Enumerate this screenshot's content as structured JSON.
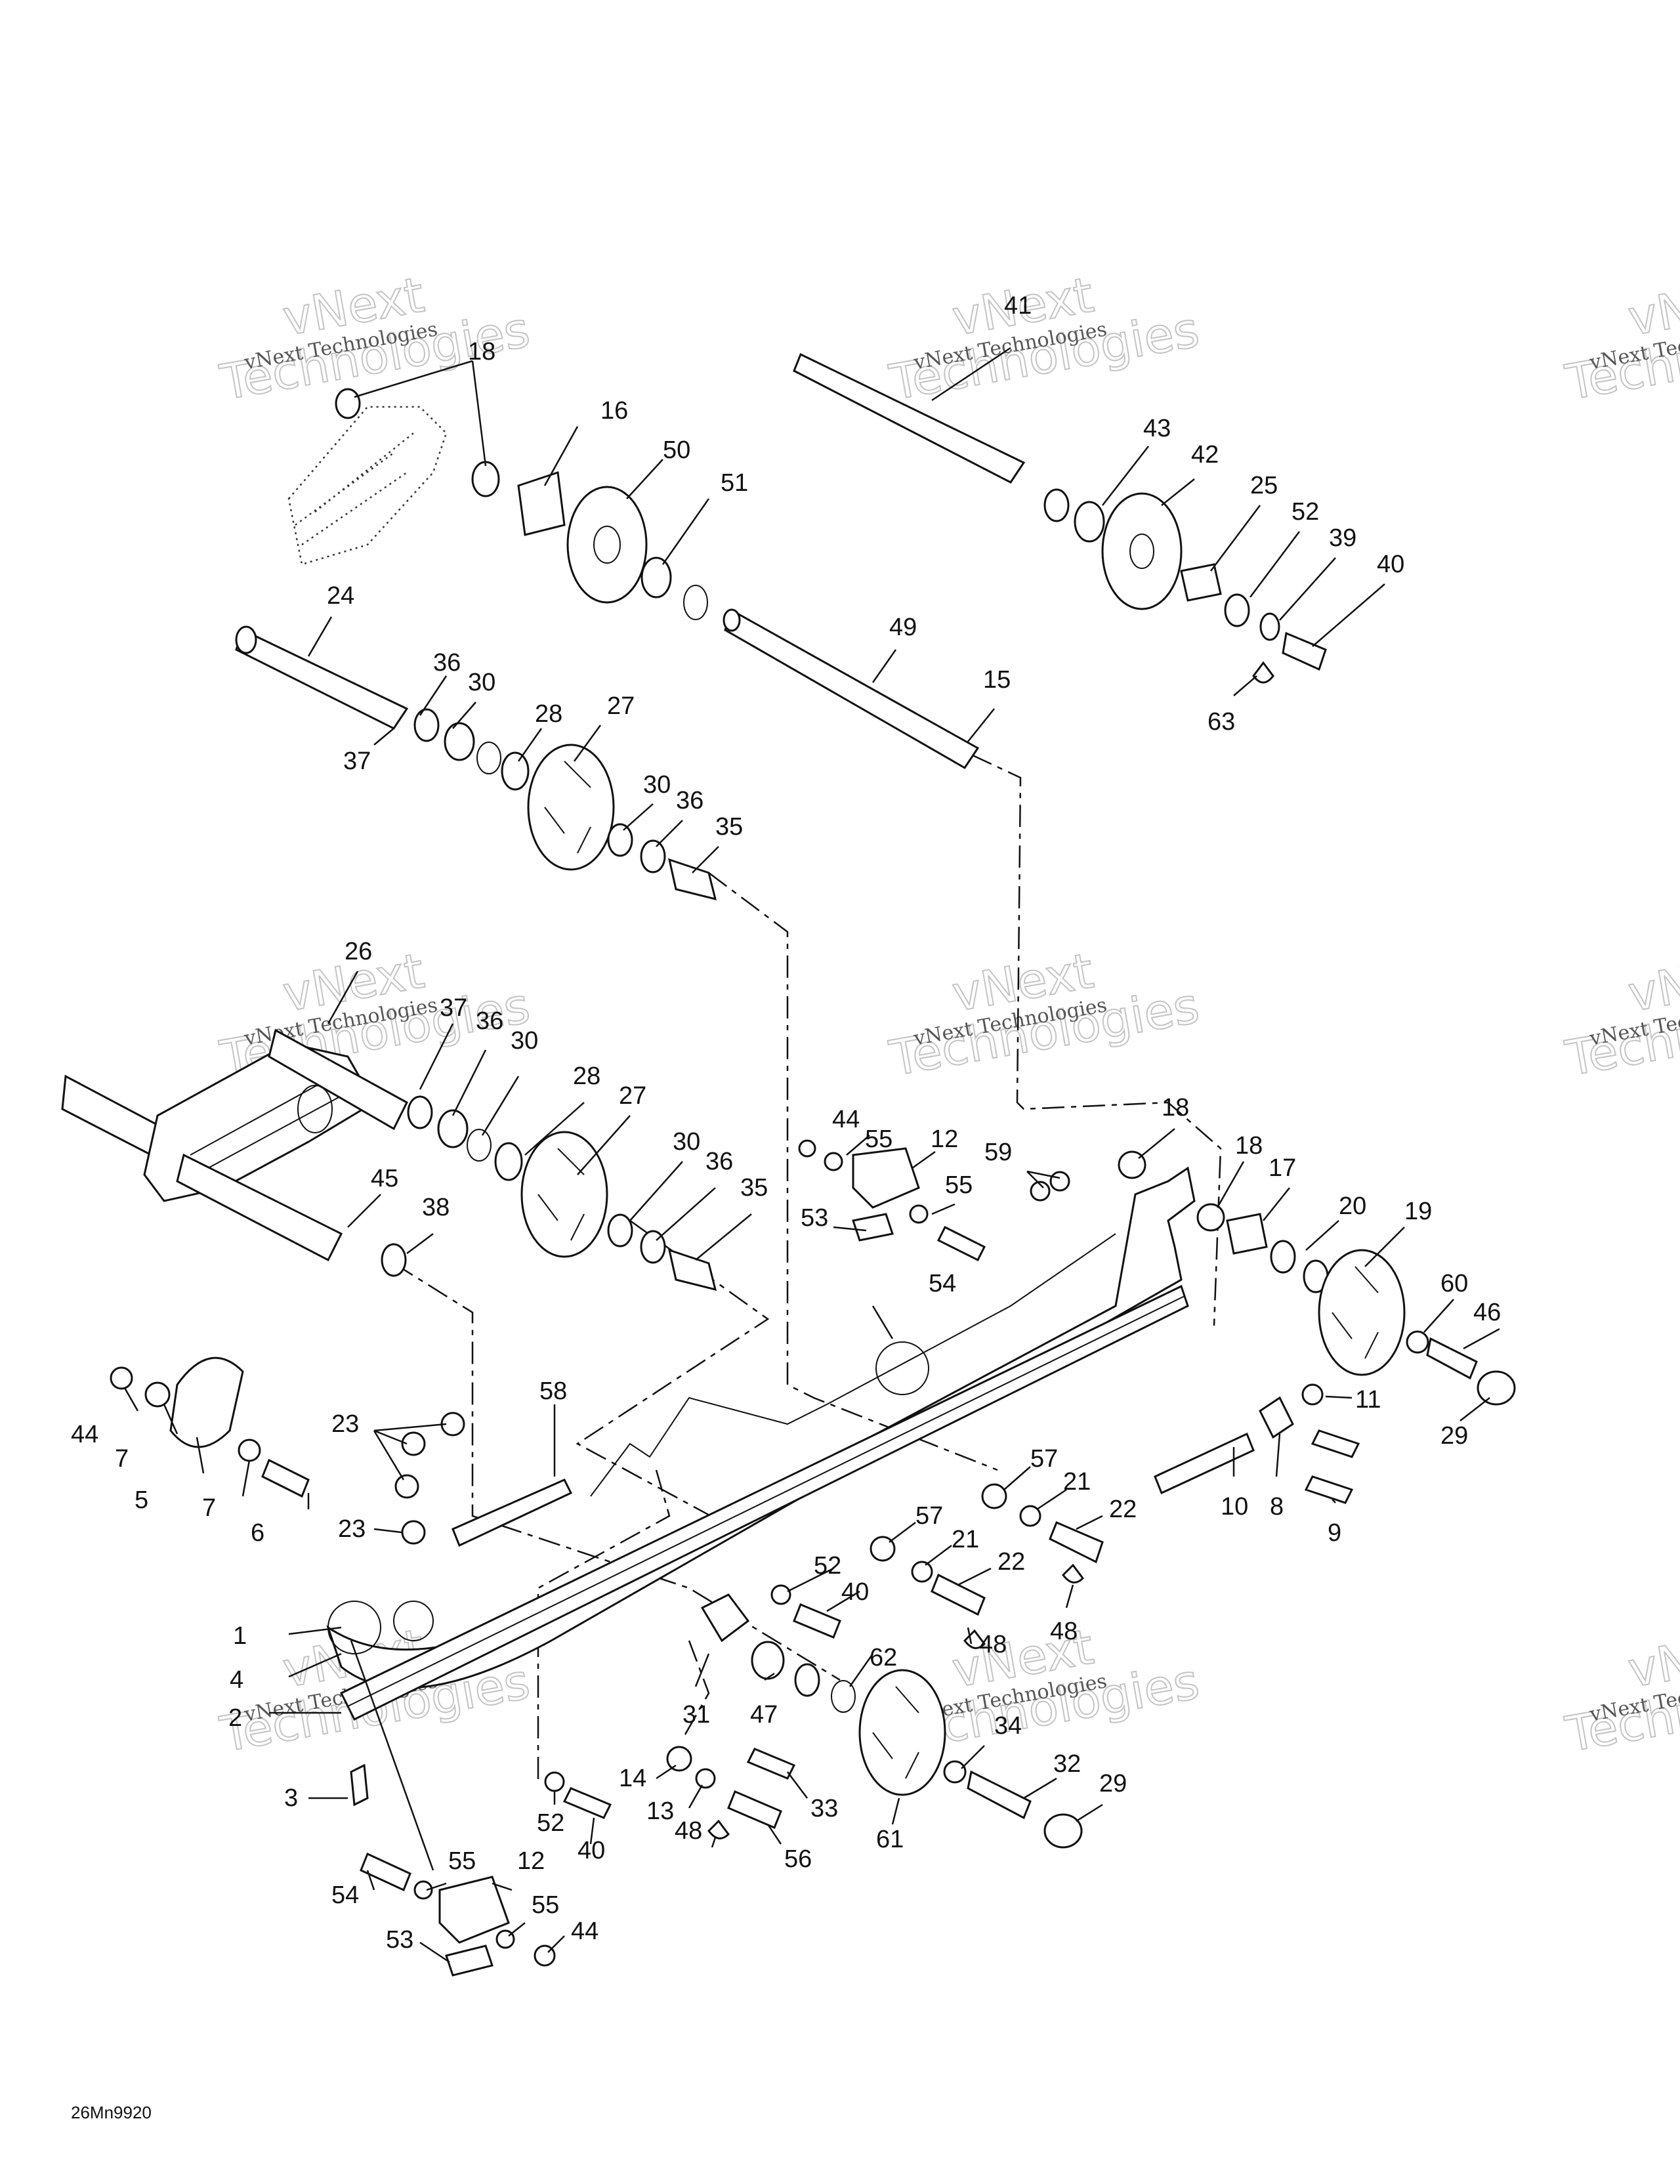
{
  "drawing_code": "26Mn9920",
  "watermark": {
    "line1": "vNext",
    "line2": "Technologies",
    "small": "vNext Technologies"
  },
  "callouts": [
    {
      "id": "c18a",
      "text": "18"
    },
    {
      "id": "c16",
      "text": "16"
    },
    {
      "id": "c50",
      "text": "50"
    },
    {
      "id": "c51",
      "text": "51"
    },
    {
      "id": "c41",
      "text": "41"
    },
    {
      "id": "c43",
      "text": "43"
    },
    {
      "id": "c42",
      "text": "42"
    },
    {
      "id": "c25",
      "text": "25"
    },
    {
      "id": "c52a",
      "text": "52"
    },
    {
      "id": "c39",
      "text": "39"
    },
    {
      "id": "c40a",
      "text": "40"
    },
    {
      "id": "c63",
      "text": "63"
    },
    {
      "id": "c24",
      "text": "24"
    },
    {
      "id": "c36a",
      "text": "36"
    },
    {
      "id": "c30a",
      "text": "30"
    },
    {
      "id": "c28a",
      "text": "28"
    },
    {
      "id": "c27a",
      "text": "27"
    },
    {
      "id": "c37a",
      "text": "37"
    },
    {
      "id": "c30b",
      "text": "30"
    },
    {
      "id": "c36b",
      "text": "36"
    },
    {
      "id": "c35a",
      "text": "35"
    },
    {
      "id": "c49",
      "text": "49"
    },
    {
      "id": "c15",
      "text": "15"
    },
    {
      "id": "c26",
      "text": "26"
    },
    {
      "id": "c37b",
      "text": "37"
    },
    {
      "id": "c36c",
      "text": "36"
    },
    {
      "id": "c30c",
      "text": "30"
    },
    {
      "id": "c28b",
      "text": "28"
    },
    {
      "id": "c27b",
      "text": "27"
    },
    {
      "id": "c45",
      "text": "45"
    },
    {
      "id": "c38",
      "text": "38"
    },
    {
      "id": "c30d",
      "text": "30"
    },
    {
      "id": "c36d",
      "text": "36"
    },
    {
      "id": "c35b",
      "text": "35"
    },
    {
      "id": "c44a",
      "text": "44"
    },
    {
      "id": "c55a",
      "text": "55"
    },
    {
      "id": "c12a",
      "text": "12"
    },
    {
      "id": "c55b",
      "text": "55"
    },
    {
      "id": "c53a",
      "text": "53"
    },
    {
      "id": "c54a",
      "text": "54"
    },
    {
      "id": "c59",
      "text": "59"
    },
    {
      "id": "c18b",
      "text": "18"
    },
    {
      "id": "c18c",
      "text": "18"
    },
    {
      "id": "c17",
      "text": "17"
    },
    {
      "id": "c20",
      "text": "20"
    },
    {
      "id": "c19",
      "text": "19"
    },
    {
      "id": "c60",
      "text": "60"
    },
    {
      "id": "c46",
      "text": "46"
    },
    {
      "id": "c29a",
      "text": "29"
    },
    {
      "id": "c11",
      "text": "11"
    },
    {
      "id": "c10",
      "text": "10"
    },
    {
      "id": "c8",
      "text": "8"
    },
    {
      "id": "c9",
      "text": "9"
    },
    {
      "id": "c44b",
      "text": "44"
    },
    {
      "id": "c7a",
      "text": "7"
    },
    {
      "id": "c5",
      "text": "5"
    },
    {
      "id": "c7b",
      "text": "7"
    },
    {
      "id": "c6",
      "text": "6"
    },
    {
      "id": "c23a",
      "text": "23"
    },
    {
      "id": "c23b",
      "text": "23"
    },
    {
      "id": "c58",
      "text": "58"
    },
    {
      "id": "c57a",
      "text": "57"
    },
    {
      "id": "c21a",
      "text": "21"
    },
    {
      "id": "c22a",
      "text": "22"
    },
    {
      "id": "c57b",
      "text": "57"
    },
    {
      "id": "c21b",
      "text": "21"
    },
    {
      "id": "c22b",
      "text": "22"
    },
    {
      "id": "c52b",
      "text": "52"
    },
    {
      "id": "c40b",
      "text": "40"
    },
    {
      "id": "c48a",
      "text": "48"
    },
    {
      "id": "c48b",
      "text": "48"
    },
    {
      "id": "c1",
      "text": "1"
    },
    {
      "id": "c4",
      "text": "4"
    },
    {
      "id": "c2",
      "text": "2"
    },
    {
      "id": "c31",
      "text": "31"
    },
    {
      "id": "c47",
      "text": "47"
    },
    {
      "id": "c62",
      "text": "62"
    },
    {
      "id": "c3",
      "text": "3"
    },
    {
      "id": "c14",
      "text": "14"
    },
    {
      "id": "c13",
      "text": "13"
    },
    {
      "id": "c33",
      "text": "33"
    },
    {
      "id": "c52c",
      "text": "52"
    },
    {
      "id": "c40c",
      "text": "40"
    },
    {
      "id": "c48c",
      "text": "48"
    },
    {
      "id": "c56",
      "text": "56"
    },
    {
      "id": "c61",
      "text": "61"
    },
    {
      "id": "c34",
      "text": "34"
    },
    {
      "id": "c32",
      "text": "32"
    },
    {
      "id": "c29b",
      "text": "29"
    },
    {
      "id": "c55c",
      "text": "55"
    },
    {
      "id": "c12b",
      "text": "12"
    },
    {
      "id": "c54b",
      "text": "54"
    },
    {
      "id": "c55d",
      "text": "55"
    },
    {
      "id": "c44c",
      "text": "44"
    },
    {
      "id": "c53b",
      "text": "53"
    }
  ]
}
